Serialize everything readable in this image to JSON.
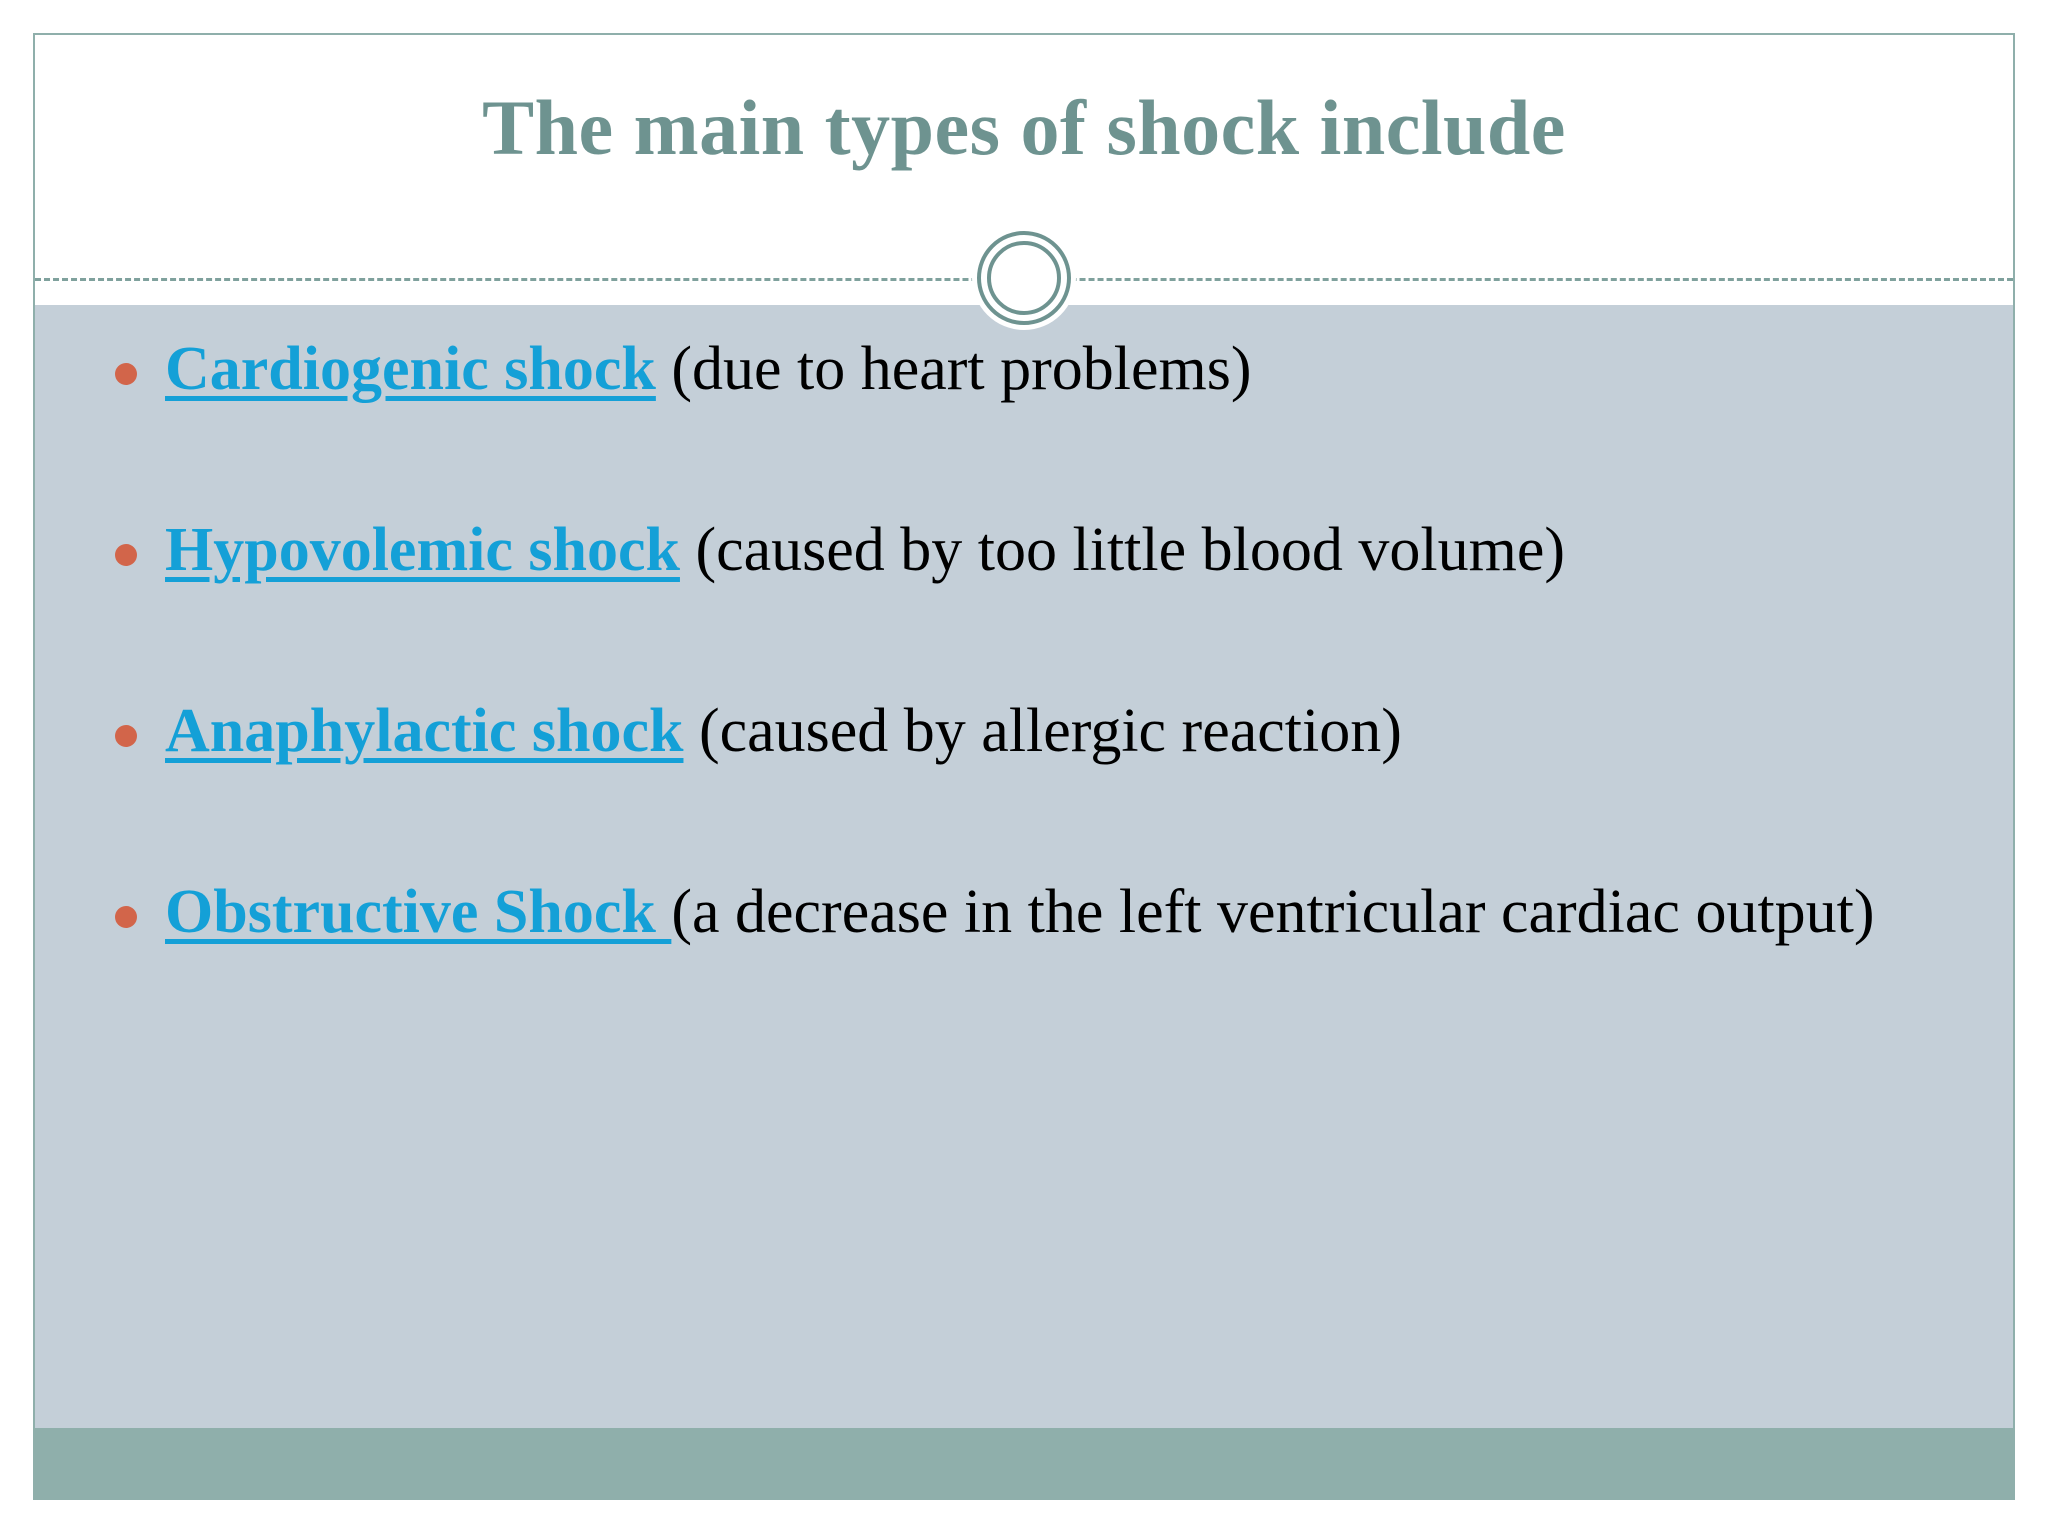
{
  "slide": {
    "title": "The main types of shock include",
    "colors": {
      "title_text": "#6E9390",
      "body_background": "#C4CFD8",
      "footer_bar": "#8FAFAB",
      "slide_border": "#8FAFAB",
      "bullet_dot": "#D2654A",
      "link_text": "#14A0D7",
      "body_text": "#000000",
      "divider": "#7FA19D"
    },
    "decoration": {
      "circle_icon": "double-ring-circle-icon"
    },
    "bullets": [
      {
        "link": "Cardiogenic shock",
        "rest": " (due to heart problems)"
      },
      {
        "link": "Hypovolemic shock",
        "rest": " (caused by too little blood volume)"
      },
      {
        "link": "Anaphylactic shock",
        "rest": " (caused by allergic reaction)"
      },
      {
        "link": "Obstructive Shock ",
        "rest": "(a decrease in the left ventricular cardiac output)"
      }
    ]
  }
}
